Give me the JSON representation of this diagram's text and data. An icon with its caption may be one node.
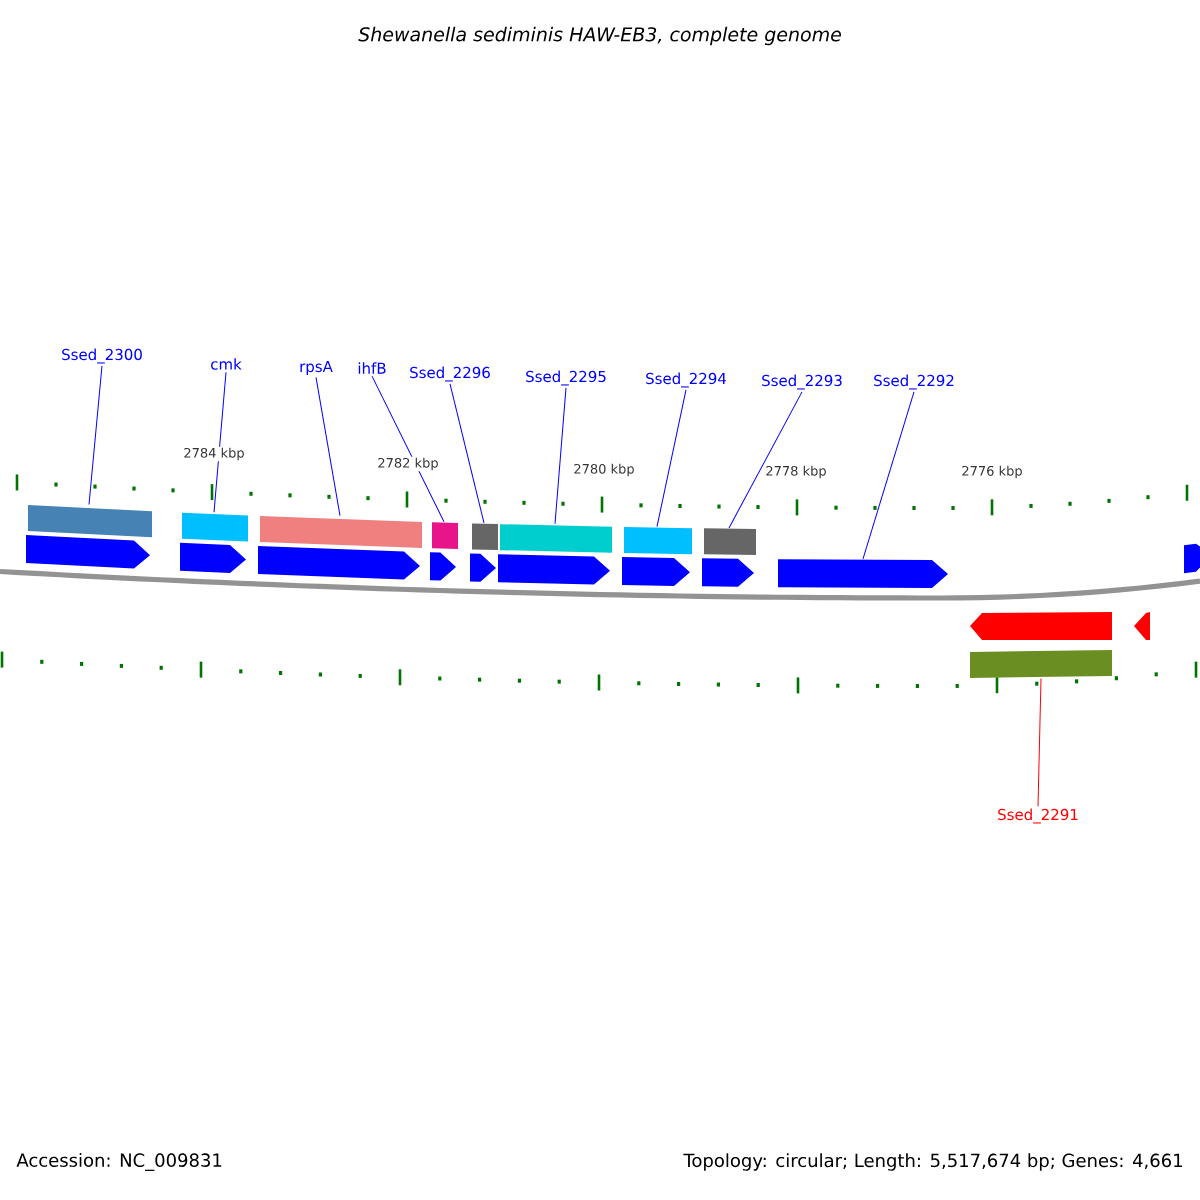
{
  "diagram": {
    "title": "Shewanella sediminis HAW-EB3, complete genome",
    "nodes": [
      {
        "text": [
          "Ssed_2300"
        ]
      },
      {
        "text": [
          "cmk"
        ]
      },
      {
        "text": [
          "rpsA"
        ]
      },
      {
        "text": [
          "ihfB"
        ]
      },
      {
        "text": [
          "Ssed_2296"
        ]
      },
      {
        "text": [
          "Ssed_2295"
        ]
      },
      {
        "text": [
          "Ssed_2294"
        ]
      },
      {
        "text": [
          "Ssed_2293"
        ]
      },
      {
        "text": [
          "Ssed_2292"
        ]
      },
      {
        "text": [
          "Ssed_2291"
        ]
      },
      {
        "text": [],
        "shape": "bar"
      },
      {
        "text": [],
        "shape": "bar"
      },
      {
        "text": [],
        "shape": "bar"
      },
      {
        "text": [],
        "shape": "bar"
      },
      {
        "text": [],
        "shape": "bar"
      },
      {
        "text": [],
        "shape": "bar"
      },
      {
        "text": [],
        "shape": "bar"
      },
      {
        "text": [],
        "shape": "bar"
      },
      {
        "text": [],
        "shape": "bar"
      },
      {
        "text": [],
        "shape": "bar"
      },
      {
        "text": [],
        "shape": "bar"
      },
      {
        "text": [],
        "shape": "bar"
      }
    ],
    "edges": [
      {
        "from": 0,
        "to": 10,
        "arrow": "none"
      },
      {
        "from": 1,
        "to": 11,
        "arrow": "none"
      },
      {
        "from": 2,
        "to": 12,
        "arrow": "none"
      },
      {
        "from": 3,
        "to": 13,
        "arrow": "none"
      },
      {
        "from": 4,
        "to": 14,
        "arrow": "none"
      },
      {
        "from": 5,
        "to": 15,
        "arrow": "none"
      },
      {
        "from": 6,
        "to": 16,
        "arrow": "none"
      },
      {
        "from": 7,
        "to": 17,
        "arrow": "none"
      },
      {
        "from": 8,
        "to": 18,
        "arrow": "none"
      },
      {
        "from": 9,
        "to": 20,
        "arrow": "none",
        "color": "#ff0000"
      }
    ],
    "labels": [
      "2784 kbp",
      "2782 kbp",
      "2780 kbp",
      "2778 kbp",
      "2776 kbp",
      "Accession: NC_009831",
      "Topology: circular; Length: 5,517,674 bp; Genes: 4,661"
    ]
  }
}
